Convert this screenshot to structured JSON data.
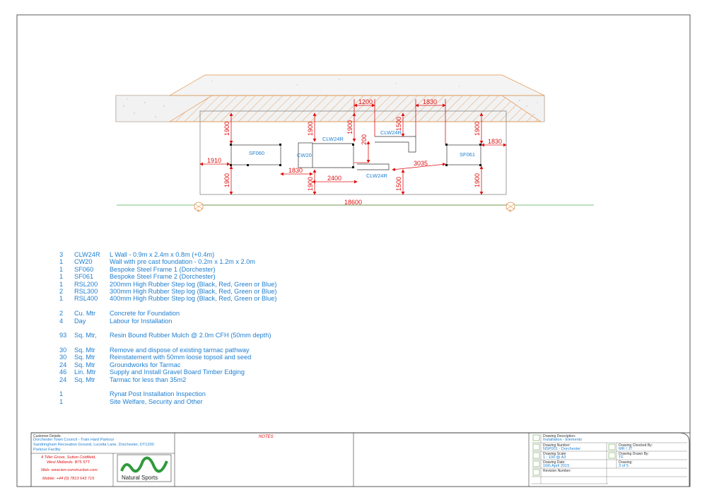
{
  "drawing": {
    "dimensions": {
      "d1200": "1200",
      "d1830_top": "1830",
      "d1830_right": "1830",
      "d1830_mid": "1830",
      "d1910": "1910",
      "d200": "200",
      "d2400": "2400",
      "d3035": "3035",
      "d1500_top": "1500",
      "d1500_bot": "1500",
      "d1900": "1900",
      "d18600": "18600"
    },
    "labels": {
      "sf060": "SF060",
      "sf061": "SF061",
      "cw20": "CW20",
      "clw24r_a": "CLW24R",
      "clw24r_b": "CLW24R",
      "clw24r_c": "CLW24R",
      "grid_a": "A",
      "grid_b": "B"
    }
  },
  "bom": [
    {
      "qty": "3",
      "code": "CLW24R",
      "desc": "L Wall - 0.9m x 2.4m x 0.8m (+0.4m)"
    },
    {
      "qty": "1",
      "code": "CW20",
      "desc": "Wall with pre cast foundation - 0.2m x 1.2m x 2.0m"
    },
    {
      "qty": "1",
      "code": "SF060",
      "desc": "Bespoke Steel Frame 1 (Dorchester)"
    },
    {
      "qty": "1",
      "code": "SF061",
      "desc": "Bespoke Steel Frame 2 (Dorchester)"
    },
    {
      "qty": "1",
      "code": "RSL200",
      "desc": "200mm High Rubber Step log (Black, Red, Green or Blue)"
    },
    {
      "qty": "2",
      "code": "RSL300",
      "desc": "300mm High Rubber Step log (Black, Red, Green or Blue)"
    },
    {
      "qty": "1",
      "code": "RSL400",
      "desc": "400mm High Rubber Step log (Black, Red, Green or Blue)"
    },
    {
      "gap": true
    },
    {
      "qty": "2",
      "code": "Cu. Mtr",
      "desc": "Concrete for Foundation"
    },
    {
      "qty": "4",
      "code": "Day",
      "desc": "Labour for Installation"
    },
    {
      "gap": true
    },
    {
      "qty": "93",
      "code": "Sq. Mtr,",
      "desc": "Resin Bound Rubber Mulch @ 2.0m CFH (50mm depth)"
    },
    {
      "gap": true
    },
    {
      "qty": "30",
      "code": "Sq. Mtr",
      "desc": "Remove and dispose of existing tarmac pathway"
    },
    {
      "qty": "30",
      "code": "Sq. Mtr",
      "desc": "Reinstatement with 50mm loose topsoil and seed"
    },
    {
      "qty": "24",
      "code": "Sq. Mtr",
      "desc": "Groundworks for Tarmac"
    },
    {
      "qty": "46",
      "code": "Lin. Mtr",
      "desc": "Supply and Install Gravel Board Timber Edging"
    },
    {
      "qty": "24",
      "code": "Sq. Mtr",
      "desc": "Tarmac for less than 35m2"
    },
    {
      "gap": true
    },
    {
      "qty": "1",
      "code": "",
      "desc": "Rynat Post Installation Inspection"
    },
    {
      "qty": "1",
      "code": "",
      "desc": "Site Welfare, Security and Other"
    }
  ],
  "titleblock": {
    "customer_label": "Customer Details:",
    "customer_lines": [
      "Dorchester Town Council - Train Hard Parkour",
      "Sandringham Recreation Ground, Lucetta Lane, Dorchester, DT1200",
      "Parkour Facility"
    ],
    "address_lines": [
      "4  Tiller Grove, Sutton Coldfield,",
      "West Midlands. B75 5TT"
    ],
    "web": "Web: www.ten-construction.com",
    "mobile": "Mobile: +44 (0) 7813 643 715",
    "logo_text": "Natural Sports",
    "notes_label": "NOTES",
    "desc_label": "Drawing Description:",
    "desc_value": "Installation - Elements",
    "number_label": "Drawing Number:",
    "number_value": "NSP001 - Dorchester",
    "scale_label": "Drawing Scale:",
    "scale_value": "1 : 100 @ A3",
    "date_label": "Drawing Date:",
    "date_value": "16th April 2015",
    "revision_label": "Revision Number:",
    "checked_label": "Drawing Checked By:",
    "checked_value": "MR / JT",
    "drawn_label": "Drawing Drawn By:",
    "drawn_value": "TF",
    "sheet_label": "Drawing:",
    "sheet_value": "3 of 5"
  },
  "colors": {
    "dim_red": "#e01010",
    "label_blue": "#1f7fd0",
    "hatch_orange": "#e2924a",
    "grid_green": "#4caf50",
    "concrete": "#f2f2f2"
  }
}
